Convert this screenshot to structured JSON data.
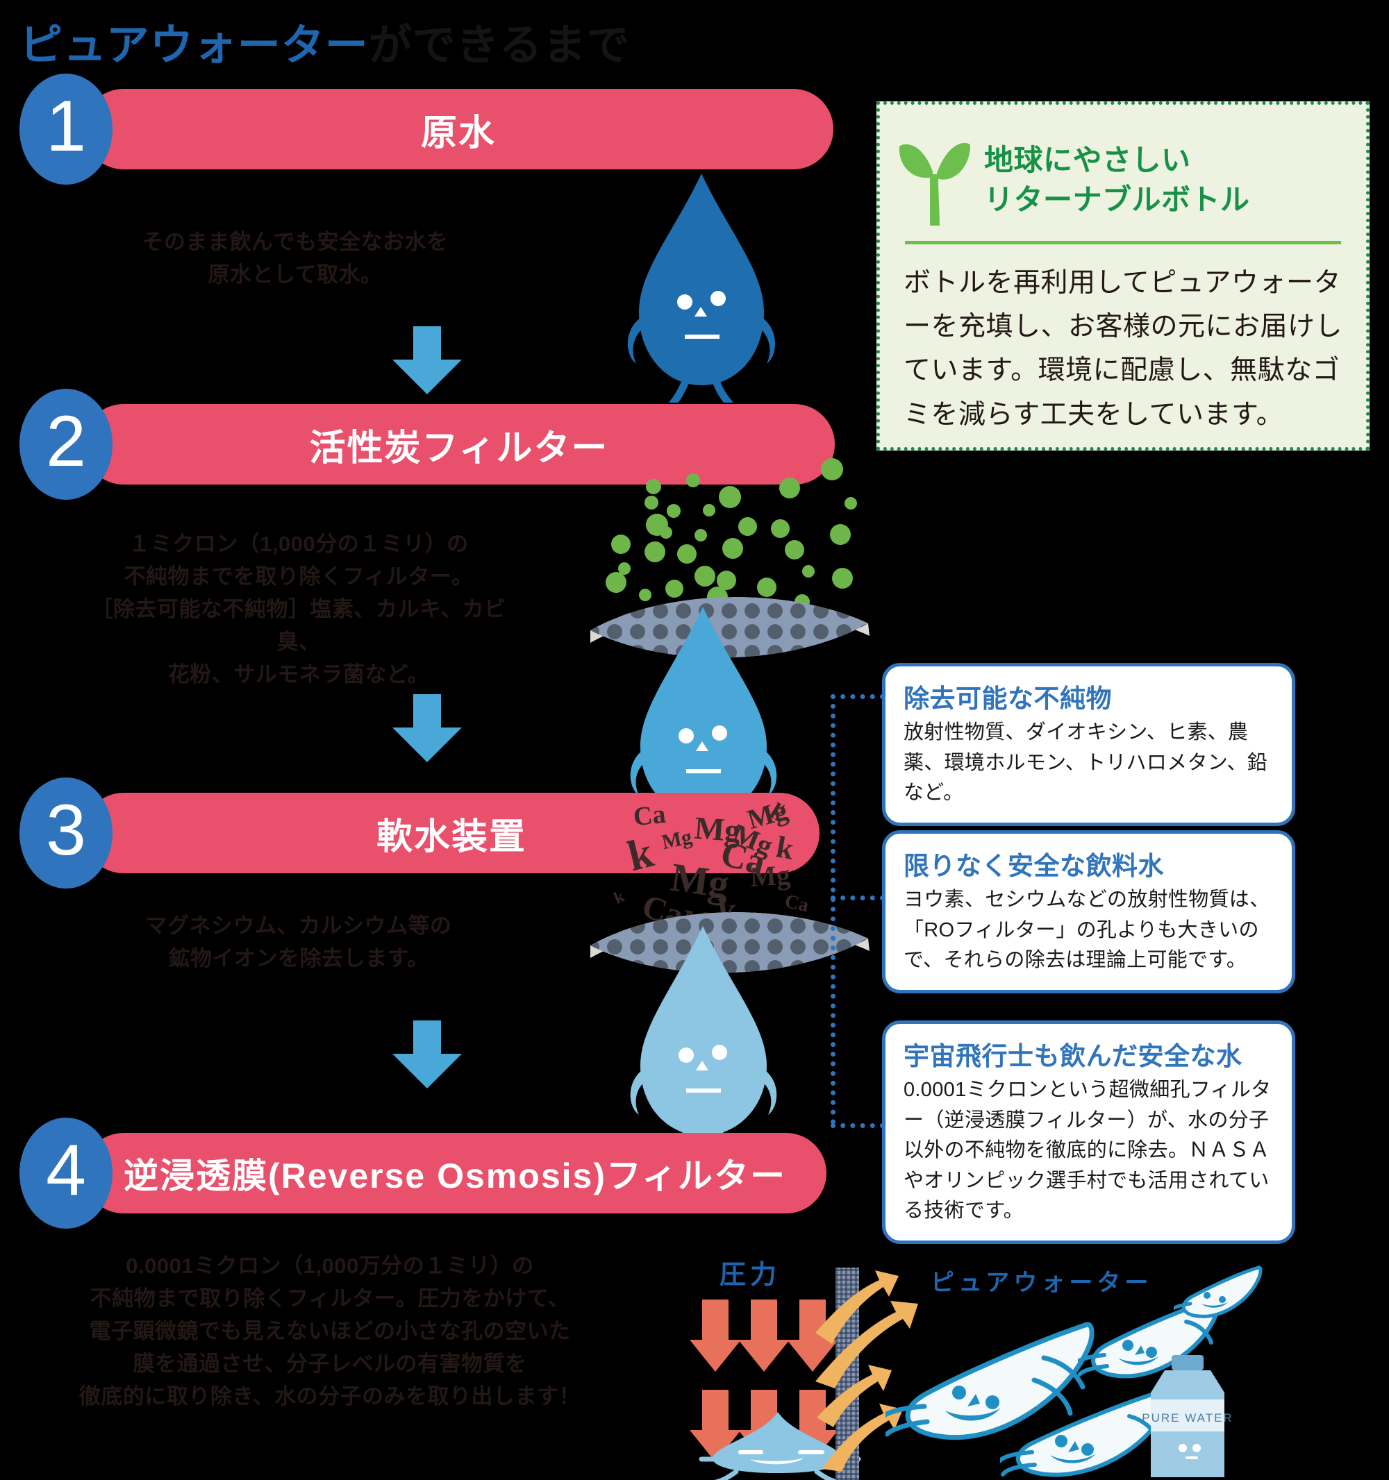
{
  "title": {
    "highlight": "ピュアウォーター",
    "rest": "ができるまで"
  },
  "steps": [
    {
      "number": "1",
      "label": "原水",
      "desc": [
        "そのまま飲んでも安全なお水を",
        "原水として取水。"
      ]
    },
    {
      "number": "2",
      "label": "活性炭フィルター",
      "desc": [
        "１ミクロン（1,000分の１ミリ）の",
        "不純物までを取り除くフィルター。",
        "［除去可能な不純物］塩素、カルキ、カビ臭、",
        "花粉、サルモネラ菌など。"
      ]
    },
    {
      "number": "3",
      "label": "軟水装置",
      "desc": [
        "マグネシウム、カルシウム等の",
        "鉱物イオンを除去します。"
      ]
    },
    {
      "number": "4",
      "label": "逆浸透膜(Reverse Osmosis)フィルター",
      "desc": [
        "0.0001ミクロン（1,000万分の１ミリ）の",
        "不純物まで取り除くフィルター。圧力をかけて、",
        "電子顕微鏡でも見えないほどの小さな孔の空いた",
        "膜を通過させ、分子レベルの有害物質を",
        "徹底的に取り除き、水の分子のみを取り出します！"
      ]
    }
  ],
  "eco_box": {
    "icon": "sprout-icon",
    "title_line1": "地球にやさしい",
    "title_line2": "リターナブルボトル",
    "body": "ボトルを再利用してピュアウォーターを充填し、お客様の元にお届けしています。環境に配慮し、無駄なゴミを減らす工夫をしています。"
  },
  "info_cards": [
    {
      "title": "除去可能な不純物",
      "body": "放射性物質、ダイオキシン、ヒ素、農薬、環境ホルモン、トリハロメタン、鉛など。"
    },
    {
      "title": "限りなく安全な飲料水",
      "body": "ヨウ素、セシウムなどの放射性物質は、「ROフィルター」の孔よりも大きいので、それらの除去は理論上可能です。"
    },
    {
      "title": "宇宙飛行士も飲んだ安全な水",
      "body": "0.0001ミクロンという超微細孔フィルター（逆浸透膜フィルター）が、水の分子以外の不純物を徹底的に除去。ＮＡＳＡやオリンピック選手村でも活用されている技術です。"
    }
  ],
  "ro_diagram": {
    "pressure_label": "圧力",
    "pure_water_label": "ピュアウォーター",
    "bottle_label": "PURE WATER"
  },
  "ions": [
    "Ca",
    "Mg",
    "Mg",
    "Mg",
    "k",
    "k",
    "k",
    "k",
    "Ca",
    "Ca",
    "Mg",
    "Mg",
    "Ca",
    "k",
    "Ca",
    "Mg"
  ],
  "colors": {
    "brand_blue": "#2f74bd",
    "title_blue": "#1f66b0",
    "banner_pink": "#e8506b",
    "eco_green": "#169146",
    "leaf_green": "#6cbf4d",
    "eco_bg": "#eef3e1",
    "particle_green": "#6fb64a",
    "arrow_red": "#e8715c",
    "arrow_orange": "#f0b35f",
    "drop_dark": "#1f6fb0",
    "drop_mid": "#4aa8d8",
    "drop_light": "#8cc6e3",
    "text_dark": "#231815"
  }
}
